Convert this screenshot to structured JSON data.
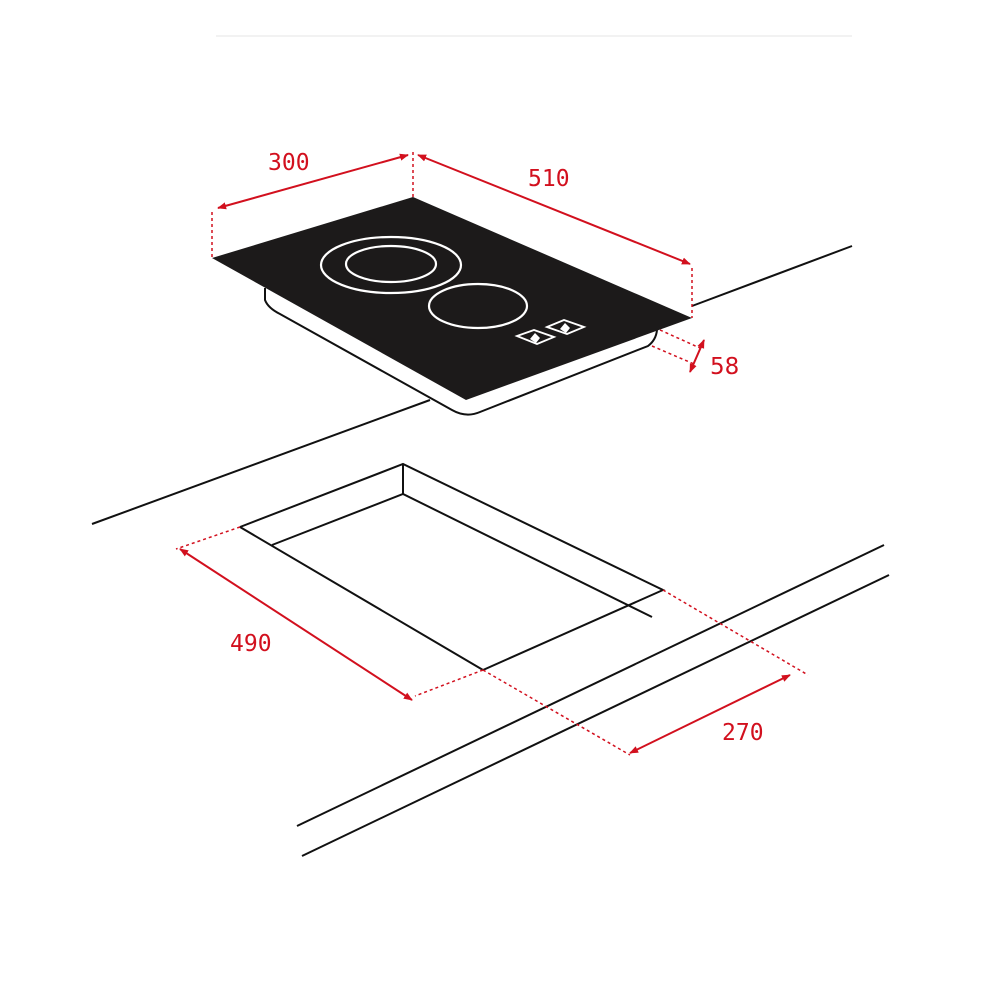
{
  "diagram": {
    "subject": "Domino hob installation dimensions",
    "colors": {
      "dimension": "#d2101e",
      "outline": "#111111",
      "glass": "#1c1a1a",
      "zone_ring": "#ffffff",
      "background": "#ffffff"
    },
    "appliance": {
      "label": "hob",
      "cooking_zones": [
        {
          "name": "dual-ring zone",
          "rings": 2
        },
        {
          "name": "single-ring zone",
          "rings": 1
        }
      ],
      "controls": 2
    },
    "dimensions": {
      "width": {
        "value": "300",
        "unit": "mm",
        "describes": "appliance width"
      },
      "depth": {
        "value": "510",
        "unit": "mm",
        "describes": "appliance depth"
      },
      "height": {
        "value": "58",
        "unit": "mm",
        "describes": "built-in height"
      },
      "cutout_depth": {
        "value": "490",
        "unit": "mm",
        "describes": "worktop cut-out depth"
      },
      "cutout_width": {
        "value": "270",
        "unit": "mm",
        "describes": "worktop cut-out width"
      }
    }
  }
}
